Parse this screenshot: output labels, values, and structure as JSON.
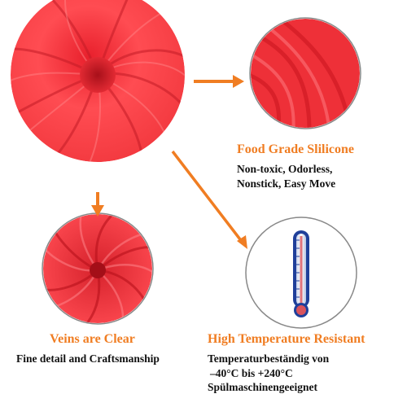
{
  "colors": {
    "accent": "#f07d22",
    "silicone": "#f0353e",
    "text": "#111111",
    "thermometer": "#1f3f9a"
  },
  "features": [
    {
      "heading": "Food Grade Slilicone",
      "lines": [
        "Non-toxic, Odorless,",
        "Nonstick, Easy Move"
      ]
    },
    {
      "heading": "Veins are Clear",
      "lines": [
        "Fine detail and Craftsmanship"
      ]
    },
    {
      "heading": "High Temperature Resistant",
      "lines": [
        "Temperaturbeständig von",
        "–40°C bis +240°C",
        "Spülmaschinengeeignet"
      ]
    }
  ],
  "icons": [
    "arrow-right-icon",
    "arrow-down-icon",
    "arrow-diagonal-icon",
    "thermometer-icon"
  ]
}
